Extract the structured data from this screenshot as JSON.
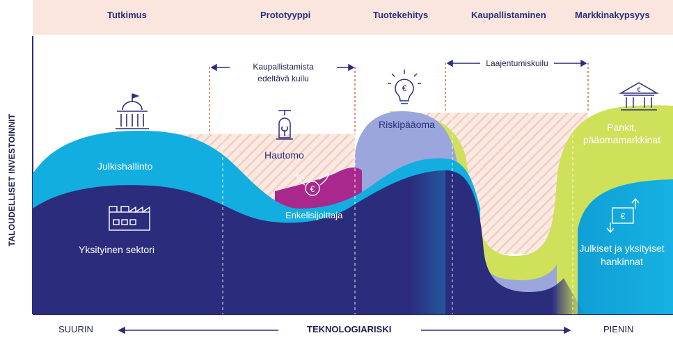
{
  "phases": [
    "Tutkimus",
    "Prototyyppi",
    "Tuotekehitys",
    "Kaupallistaminen",
    "Markkinakypsyys"
  ],
  "gaps": {
    "left": [
      "Kaupallistamista",
      "edeltävä kuilu"
    ],
    "right": "Laajentumiskuilu"
  },
  "y_axis_label": "TALOUDELLISET INVESTOINNIT",
  "x_axis": {
    "label": "TEKNOLOGIARISKI",
    "left": "SUURIN",
    "right": "PIENIN"
  },
  "actors": {
    "public_sector": "Julkishallinto",
    "private_sector": "Yksityinen sektori",
    "incubator": "Hautomo",
    "angel": "Enkelisijoittaja",
    "venture_capital": "Riskipääoma",
    "banks": [
      "Pankit,",
      "pääomamarkkinat"
    ],
    "procurement": [
      "Julkiset ja yksityiset",
      "hankinnat"
    ]
  },
  "colors": {
    "header": "#fbe6df",
    "dark_navy": "#2b2c7c",
    "cyan": "#12aee0",
    "magenta": "#a8288e",
    "lavender": "#9aa6dc",
    "lime": "#cfe05b",
    "hatch": "#f6d3c8",
    "gap_marker": "#e0502a"
  }
}
